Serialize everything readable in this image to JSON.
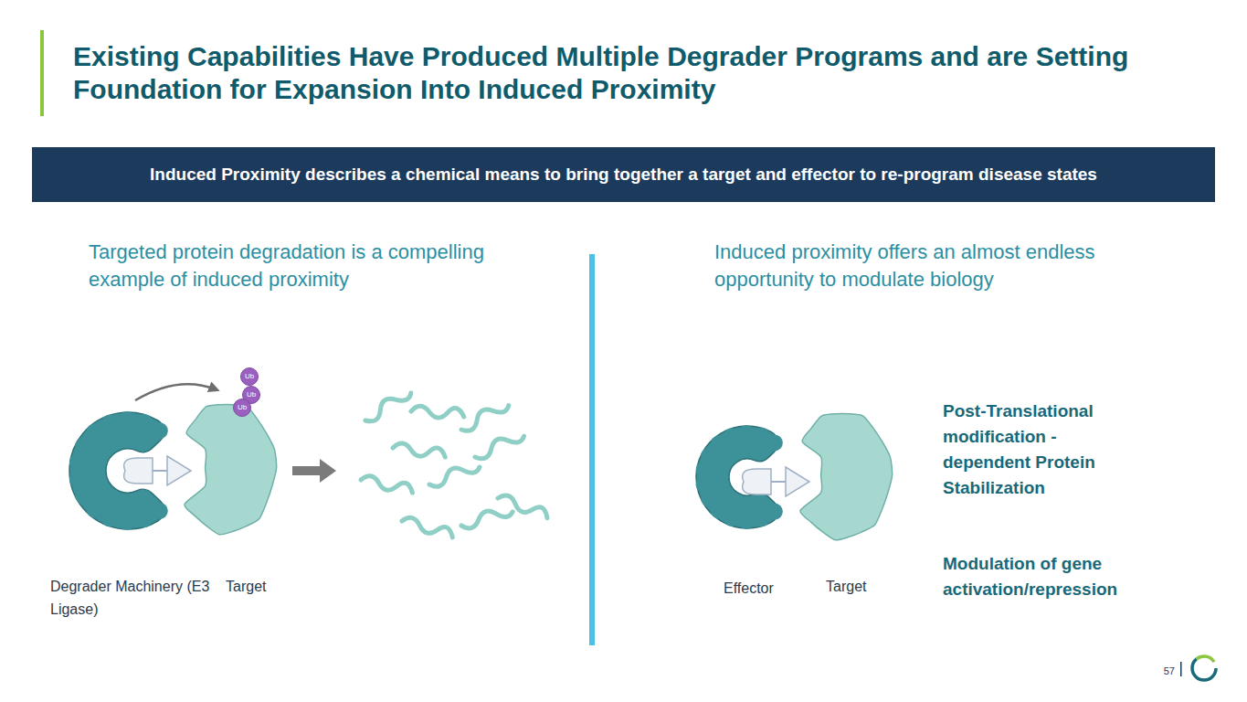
{
  "diagram": {
    "title": "Existing Capabilities Have Produced Multiple Degrader Programs and are Setting Foundation for Expansion Into Induced Proximity",
    "nodes": [
      {
        "text": [
          "Induced Proximity describes a chemical means to bring together a target and effector to re-program disease states"
        ]
      },
      {
        "text": [
          "Ub"
        ]
      },
      {
        "text": [
          "Ub"
        ]
      },
      {
        "text": [
          "Ub"
        ]
      }
    ],
    "labels": [
      "Targeted protein degradation is a compelling example of induced proximity",
      "Induced proximity offers an almost endless opportunity to modulate biology",
      "Degrader Machinery (E3 Ligase)",
      "Target",
      "Effector",
      "Target",
      "Post-Translational modification - dependent Protein Stabilization",
      "Modulation of gene activation/repression",
      "57"
    ]
  }
}
